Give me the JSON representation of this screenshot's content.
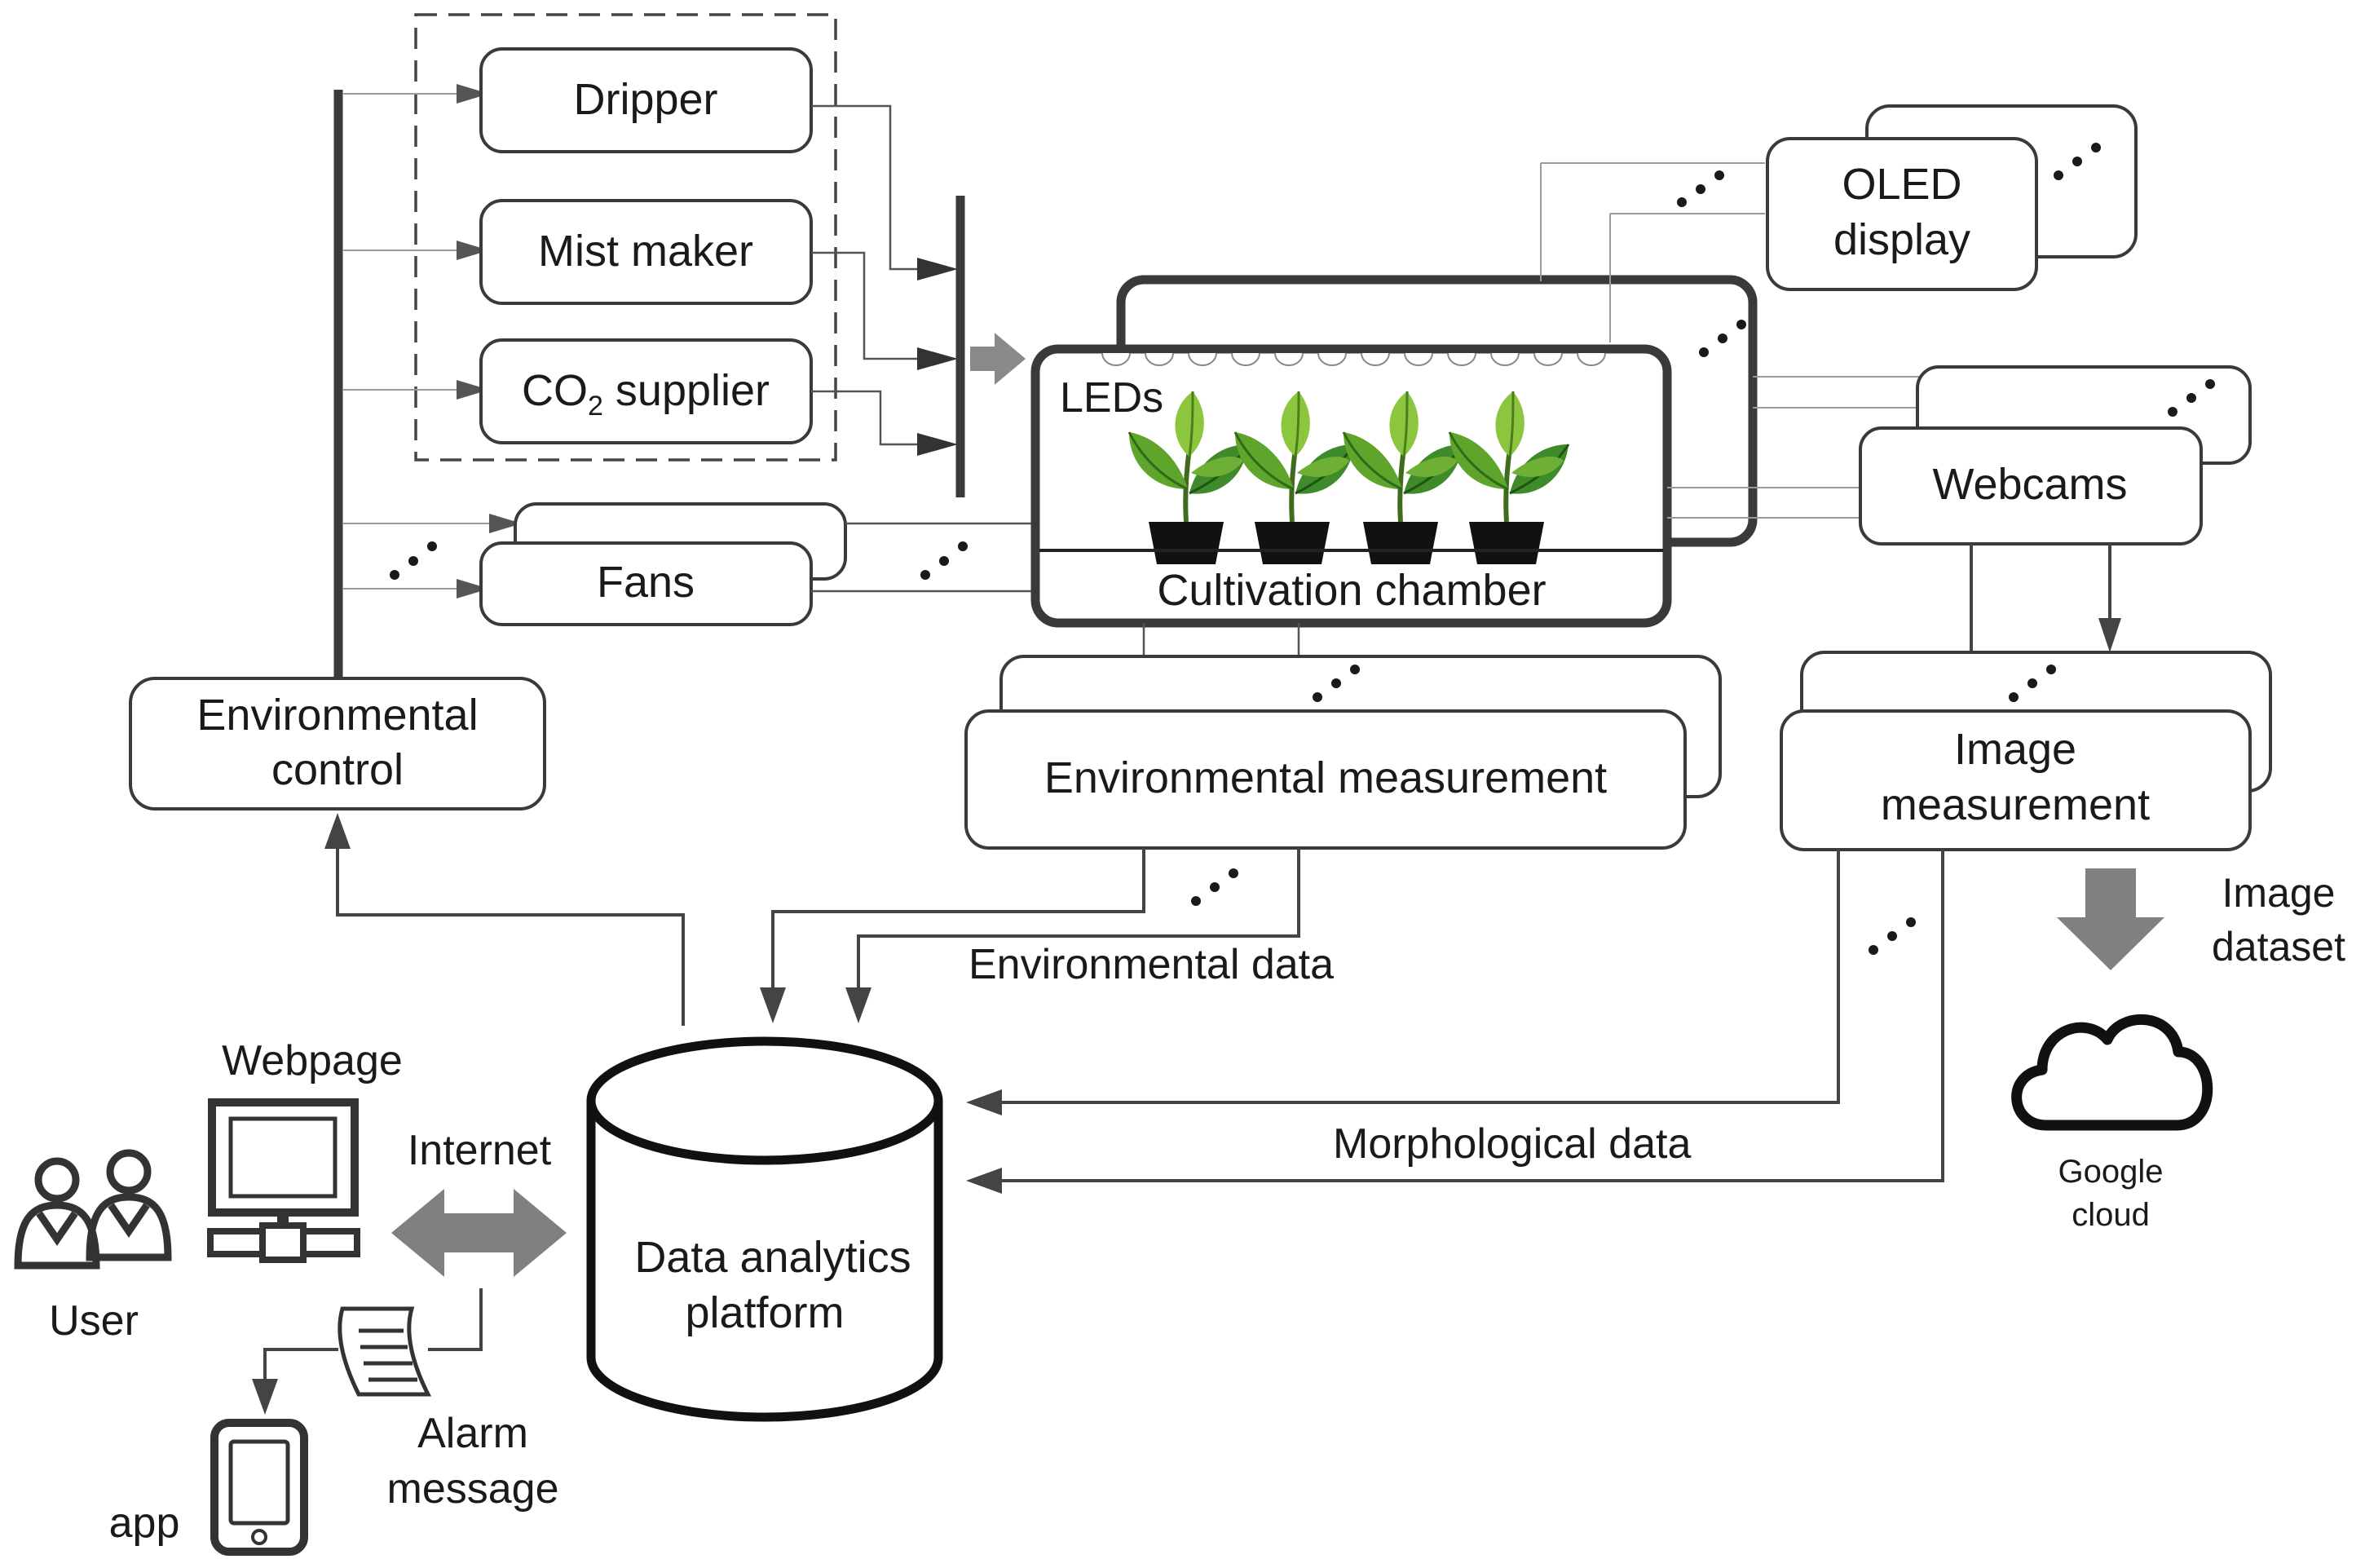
{
  "labels": {
    "dripper": "Dripper",
    "mist_maker": "Mist maker",
    "co2_main": "CO",
    "co2_sub": "2",
    "co2_rest": " supplier",
    "fans": "Fans",
    "environmental_control_1": "Environmental",
    "environmental_control_2": "control",
    "leds": "LEDs",
    "cultivation_chamber": "Cultivation chamber",
    "oled_1": "OLED",
    "oled_2": "display",
    "webcams": "Webcams",
    "environmental_measurement": "Environmental measurement",
    "image_measurement_1": "Image",
    "image_measurement_2": "measurement",
    "image_dataset_1": "Image",
    "image_dataset_2": "dataset",
    "environmental_data": "Environmental data",
    "morphological_data": "Morphological data",
    "google_cloud_1": "Google",
    "google_cloud_2": "cloud",
    "webpage": "Webpage",
    "internet": "Internet",
    "user": "User",
    "data_platform_1": "Data analytics",
    "data_platform_2": "platform",
    "alarm_1": "Alarm",
    "alarm_2": "message",
    "app": "app"
  },
  "colors": {
    "stroke": "#3a3a3a",
    "leaf_light": "#8cc63f",
    "leaf_dark": "#2e7d32",
    "pot": "#111111",
    "grey_arrow": "#808080"
  }
}
